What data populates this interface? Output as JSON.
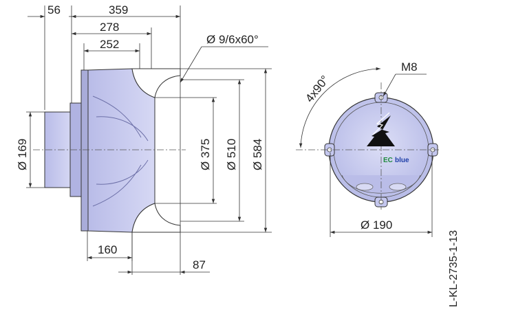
{
  "dimensions": {
    "d56": "56",
    "d359": "359",
    "d278": "278",
    "d252": "252",
    "holes": "Ø 9/6x60°",
    "dia169": "Ø 169",
    "dia375": "Ø 375",
    "dia510": "Ø 510",
    "dia584": "Ø 584",
    "d160": "160",
    "d87": "87",
    "angle": "4x90°",
    "thread": "M8",
    "dia190": "Ø 190"
  },
  "part_code": "L-KL-2735-1-13",
  "logo": {
    "ec": "EC",
    "blue": "blue"
  },
  "colors": {
    "body_fill": "#c8cbef",
    "body_dark": "#a9acd9",
    "line": "#333333",
    "ec_green": "#1e8a3c",
    "ec_blue": "#1f3fa8"
  }
}
